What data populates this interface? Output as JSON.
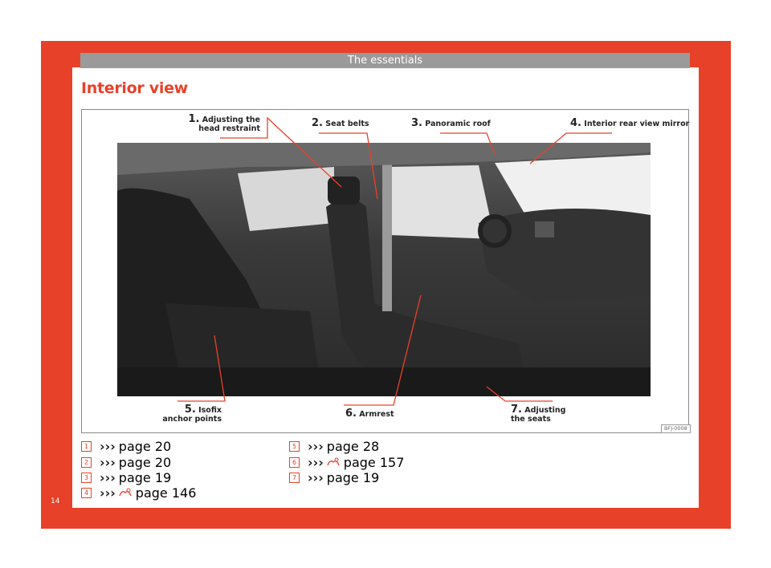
{
  "header": {
    "section": "The essentials"
  },
  "page": {
    "title": "Interior view",
    "number": "14"
  },
  "figure": {
    "code": "BFJ-0008",
    "callouts": [
      {
        "num": "1.",
        "text_line1": "Adjusting the",
        "text_line2": "head restraint"
      },
      {
        "num": "2.",
        "text_line1": "Seat belts",
        "text_line2": ""
      },
      {
        "num": "3.",
        "text_line1": "Panoramic roof",
        "text_line2": ""
      },
      {
        "num": "4.",
        "text_line1": "Interior rear view mirror",
        "text_line2": ""
      },
      {
        "num": "5.",
        "text_line1": "Isofix",
        "text_line2": "anchor points"
      },
      {
        "num": "6.",
        "text_line1": "Armrest",
        "text_line2": ""
      },
      {
        "num": "7.",
        "text_line1": "Adjusting",
        "text_line2": "the seats"
      }
    ]
  },
  "references": [
    {
      "id": "1",
      "arrows": "›››",
      "book_icon": false,
      "text": "page 20"
    },
    {
      "id": "2",
      "arrows": "›››",
      "book_icon": false,
      "text": "page 20"
    },
    {
      "id": "3",
      "arrows": "›››",
      "book_icon": false,
      "text": "page 19"
    },
    {
      "id": "4",
      "arrows": "›››",
      "book_icon": true,
      "text": "page 146"
    },
    {
      "id": "5",
      "arrows": "›››",
      "book_icon": false,
      "text": "page 28"
    },
    {
      "id": "6",
      "arrows": "›››",
      "book_icon": true,
      "text": "page 157"
    },
    {
      "id": "7",
      "arrows": "›››",
      "book_icon": false,
      "text": "page 19"
    }
  ],
  "colors": {
    "accent": "#e8412a",
    "header_gray": "#9a9a9a"
  }
}
